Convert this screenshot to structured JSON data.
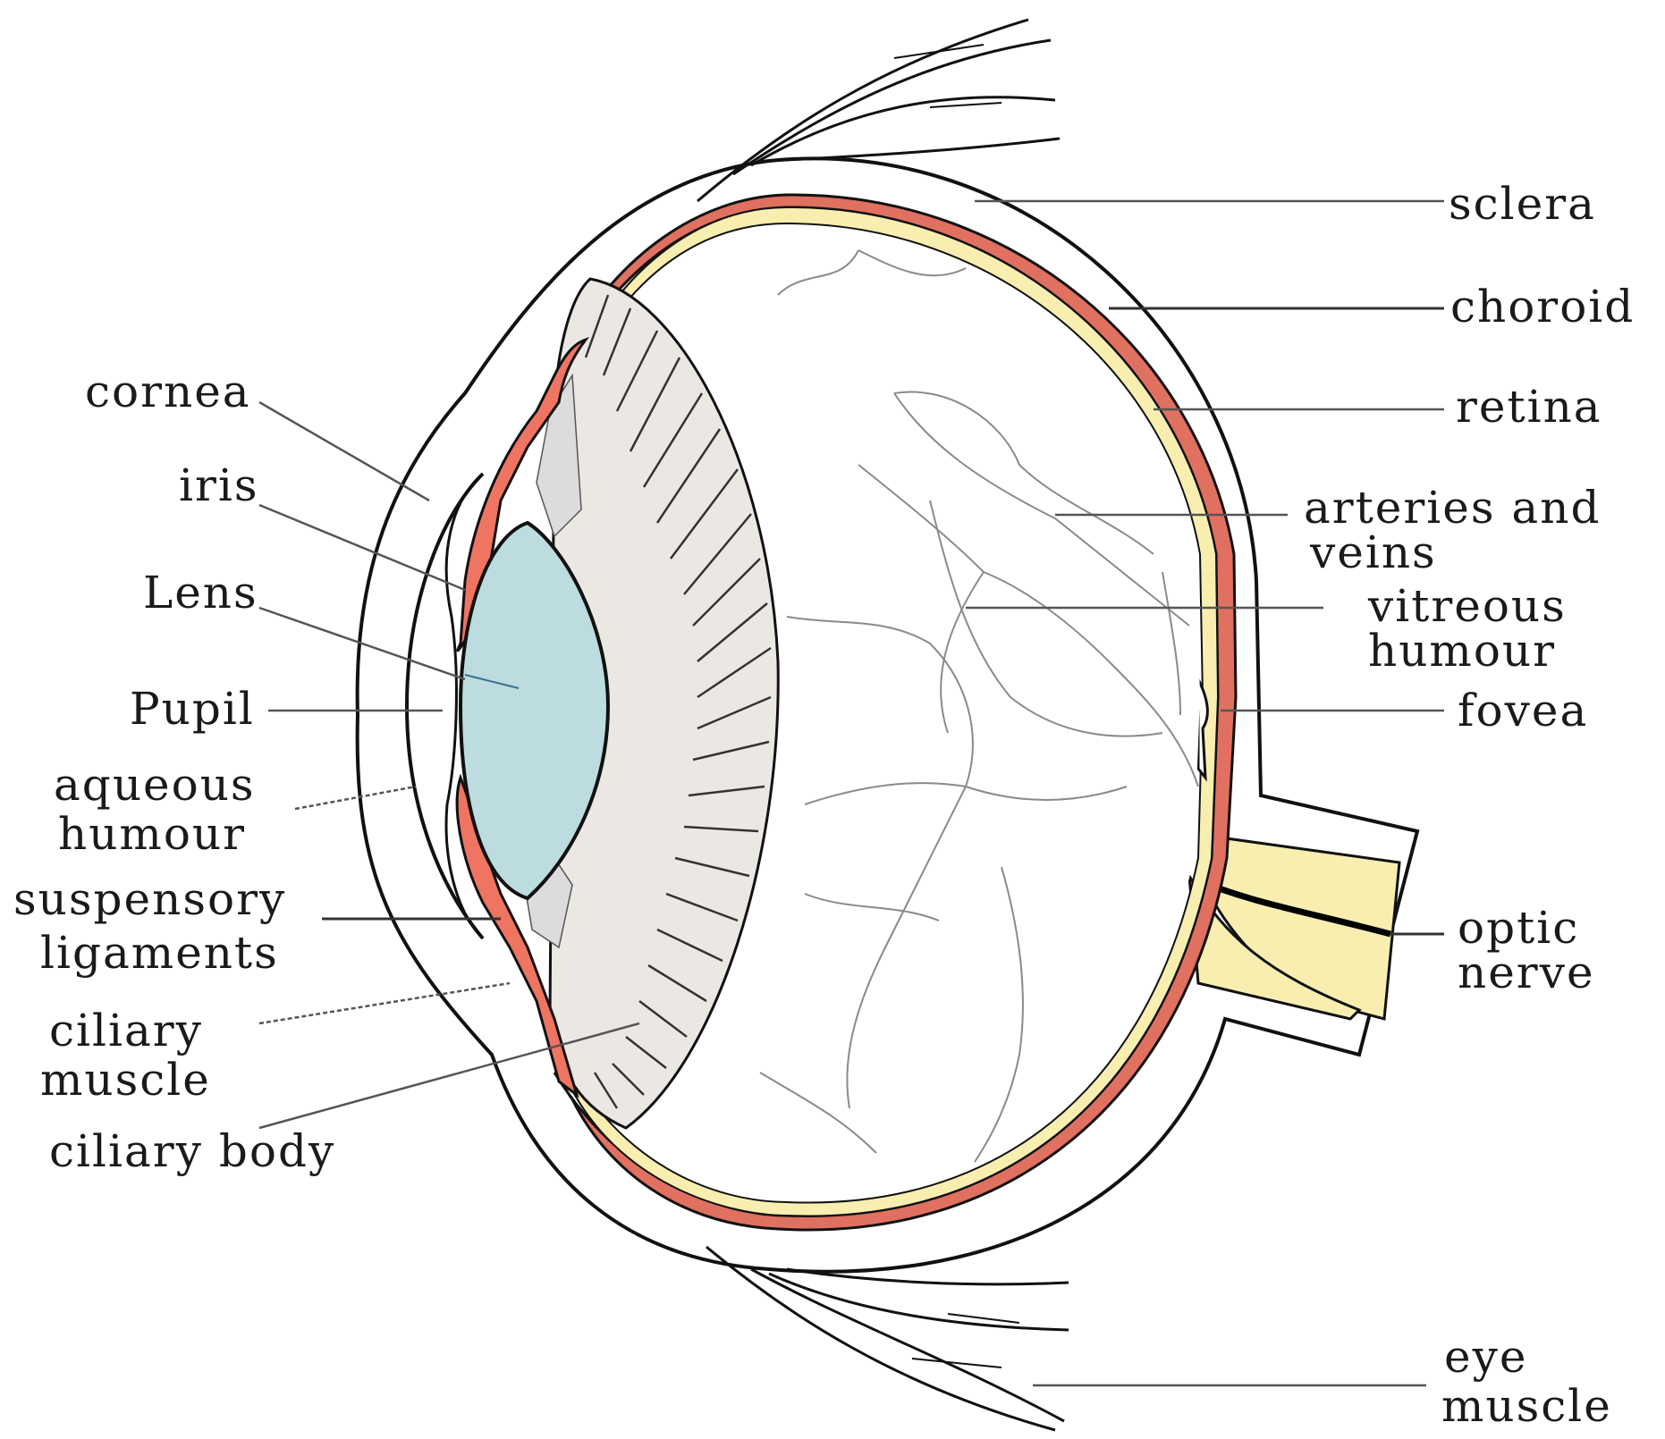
{
  "labels": {
    "left": {
      "cornea": "cornea",
      "iris": "iris",
      "lens": "Lens",
      "pupil": "Pupil",
      "aqueous_1": "aqueous",
      "aqueous_2": "humour",
      "suspensory_1": "suspensory",
      "suspensory_2": "ligaments",
      "ciliary_muscle_1": "ciliary",
      "ciliary_muscle_2": "muscle",
      "ciliary_body": "ciliary body"
    },
    "right": {
      "sclera": "sclera",
      "choroid": "choroid",
      "retina": "retina",
      "arteries_1": "arteries and",
      "arteries_2": "veins",
      "vitreous_1": "vitreous",
      "vitreous_2": "humour",
      "fovea": "fovea",
      "optic_1": "optic",
      "optic_2": "nerve",
      "eye_muscle_1": "eye",
      "eye_muscle_2": "muscle"
    }
  },
  "colors": {
    "choroid": "#e07060",
    "retina": "#f7eeb0",
    "lens": "#bcdcdf",
    "ciliary_body": "#ebe8e4",
    "iris": "#ef7462",
    "optic_nerve": "#f7eeb0"
  }
}
